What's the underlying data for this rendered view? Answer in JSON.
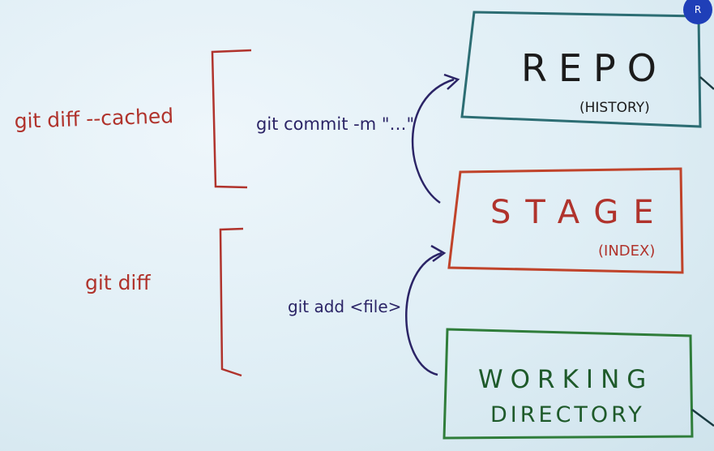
{
  "left_labels": {
    "diff_cached": "git diff --cached",
    "diff": "git diff"
  },
  "commands": {
    "commit": "git commit -m \"…\"",
    "add": "git add <file>"
  },
  "boxes": {
    "repo": {
      "title": "REPO",
      "subtitle": "(HISTORY)"
    },
    "stage": {
      "title": "STAGE",
      "subtitle": "(INDEX)"
    },
    "working": {
      "title_line1": "WORKING",
      "title_line2": "DIRECTORY"
    }
  },
  "avatar": {
    "initial": "R"
  },
  "colors": {
    "red": "#b0332c",
    "navy": "#2b2466",
    "teal": "#2c6d73",
    "green": "#2f7d3a",
    "orange": "#c0432a"
  }
}
